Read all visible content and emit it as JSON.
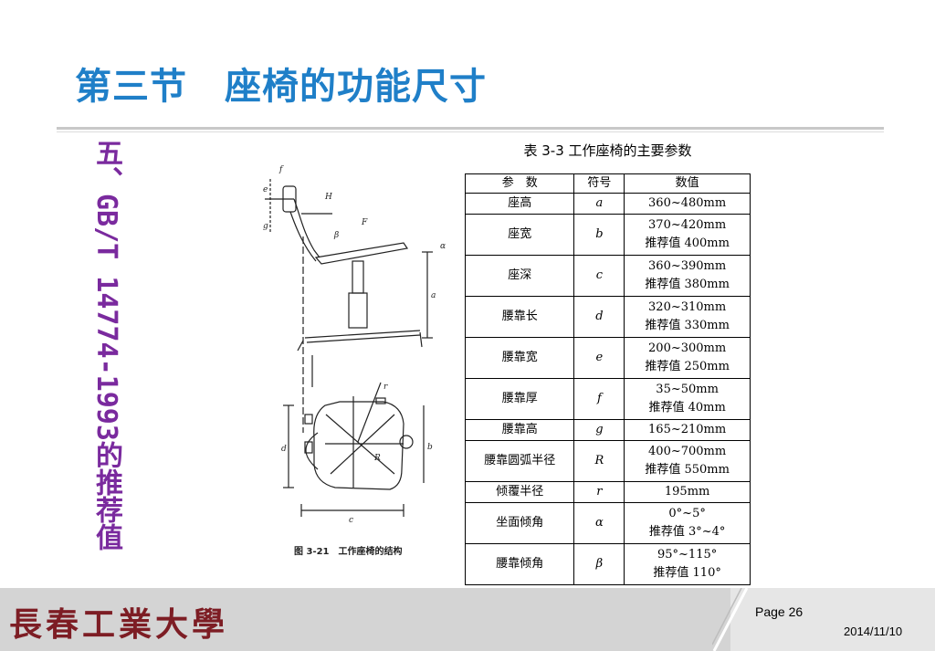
{
  "slide": {
    "title": "第三节　座椅的功能尺寸",
    "side_heading": "五、GB/T 14774-1993的推荐值"
  },
  "figure": {
    "caption": "图 3-21　工作座椅的结构",
    "labels": {
      "f": "f",
      "H": "H",
      "e": "e",
      "g": "g",
      "F": "F",
      "beta": "β",
      "alpha": "α",
      "a": "a",
      "d": "d",
      "b": "b",
      "c": "c",
      "r": "r",
      "R": "R"
    }
  },
  "table": {
    "caption": "表 3-3  工作座椅的主要参数",
    "headers": [
      "参　数",
      "符号",
      "数值"
    ],
    "rows": [
      {
        "name": "座高",
        "symbol": "a",
        "value1": "360~480mm",
        "value2": ""
      },
      {
        "name": "座宽",
        "symbol": "b",
        "value1": "370~420mm",
        "value2": "推荐值 400mm"
      },
      {
        "name": "座深",
        "symbol": "c",
        "value1": "360~390mm",
        "value2": "推荐值 380mm"
      },
      {
        "name": "腰靠长",
        "symbol": "d",
        "value1": "320~310mm",
        "value2": "推荐值 330mm"
      },
      {
        "name": "腰靠宽",
        "symbol": "e",
        "value1": "200~300mm",
        "value2": "推荐值 250mm"
      },
      {
        "name": "腰靠厚",
        "symbol": "f",
        "value1": "35~50mm",
        "value2": "推荐值 40mm"
      },
      {
        "name": "腰靠高",
        "symbol": "g",
        "value1": "165~210mm",
        "value2": ""
      },
      {
        "name": "腰靠圆弧半径",
        "symbol": "R",
        "value1": "400~700mm",
        "value2": "推荐值 550mm"
      },
      {
        "name": "倾覆半径",
        "symbol": "r",
        "value1": "195mm",
        "value2": ""
      },
      {
        "name": "坐面倾角",
        "symbol": "α",
        "value1": "0°~5°",
        "value2": "推荐值 3°~4°"
      },
      {
        "name": "腰靠倾角",
        "symbol": "β",
        "value1": "95°~115°",
        "value2": "推荐值 110°"
      }
    ]
  },
  "footer": {
    "logo_text": "長春工業大學",
    "page": "Page 26",
    "date": "2014/11/10"
  },
  "colors": {
    "title": "#1f7fc8",
    "side_heading": "#7a2a9e",
    "logo": "#7d1d24"
  }
}
